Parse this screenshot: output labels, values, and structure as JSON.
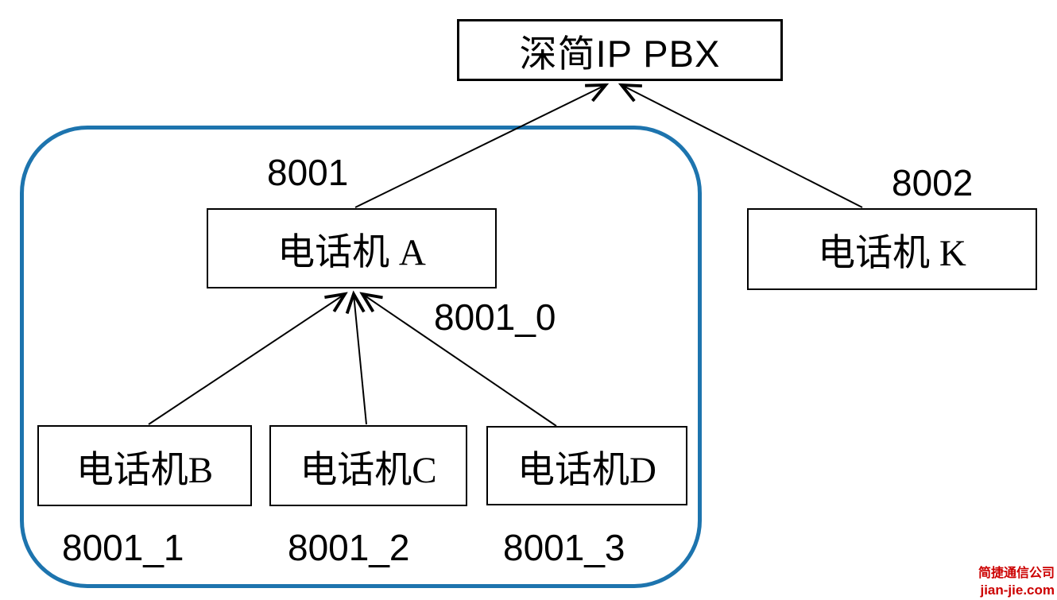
{
  "diagram": {
    "pbx": {
      "label": "深简IP PBX"
    },
    "phone_a": {
      "label": "电话机 A",
      "extension": "8001"
    },
    "phone_k": {
      "label": "电话机 K",
      "extension": "8002"
    },
    "phone_b": {
      "label": "电话机B",
      "extension": "8001_1"
    },
    "phone_c": {
      "label": "电话机C",
      "extension": "8001_2"
    },
    "phone_d": {
      "label": "电话机D",
      "extension": "8001_3"
    },
    "child_group_label": "8001_0"
  },
  "colors": {
    "background": "#ffffff",
    "node_border": "#000000",
    "edge": "#000000",
    "group_outline": "#1d74ae",
    "watermark": "#cc0000"
  },
  "watermark": {
    "company": "简捷通信公司",
    "website": "jian-jie.com"
  }
}
